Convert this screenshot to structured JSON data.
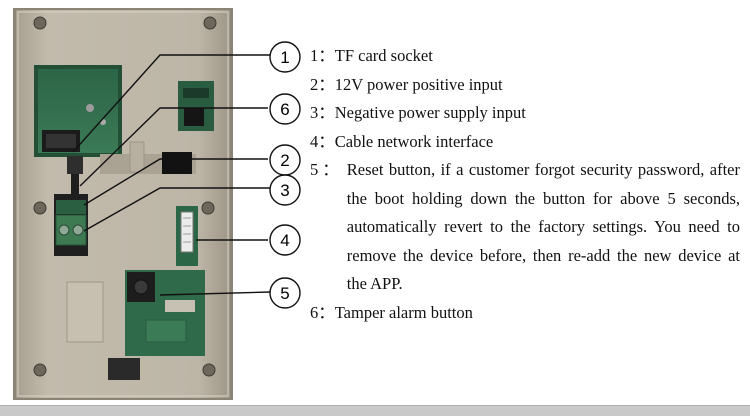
{
  "callouts": [
    {
      "number": "1",
      "text": "TF card socket"
    },
    {
      "number": "2",
      "text": "12V power positive input"
    },
    {
      "number": "3",
      "text": "Negative power supply input"
    },
    {
      "number": "4",
      "text": "Cable network interface"
    },
    {
      "number": "5",
      "text": "Reset button, if a customer forgot security password, after the boot holding down the button for above 5 seconds, automatically revert to the factory settings. You need to remove the device before, then re-add the new device at the APP."
    },
    {
      "number": "6",
      "text": "Tamper alarm button"
    }
  ],
  "separator": "：",
  "colors": {
    "panel": "#b9b2a3",
    "panel_edge": "#8f887a",
    "pcb": "#2f6b4a",
    "terminal": "#3d7a52",
    "callout_line": "#111111"
  }
}
